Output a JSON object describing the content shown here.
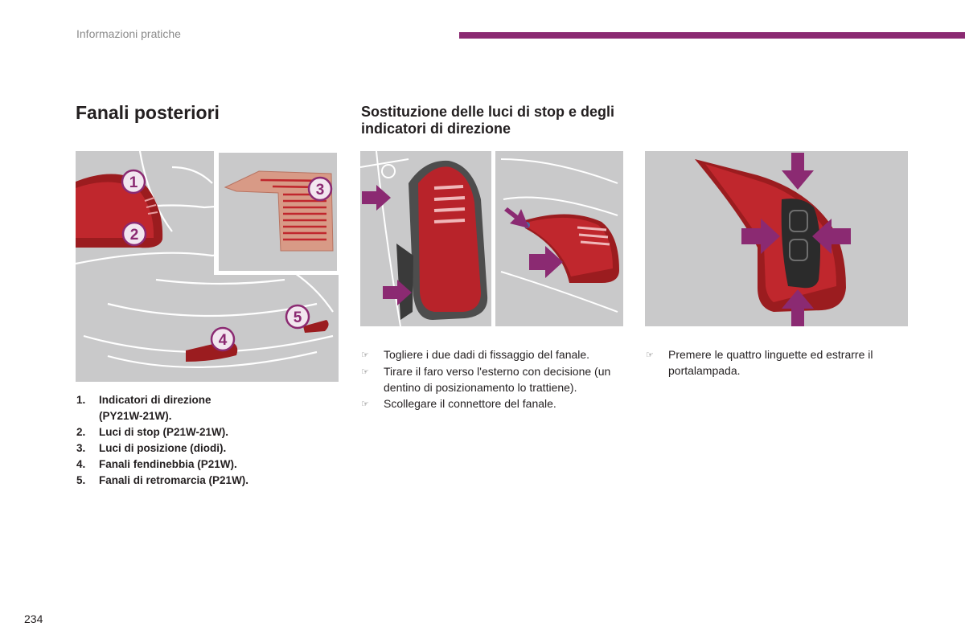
{
  "header": {
    "section": "Informazioni pratiche",
    "accent_color": "#8b2a72"
  },
  "left": {
    "title": "Fanali posteriori",
    "callouts": [
      "1",
      "2",
      "3",
      "4",
      "5"
    ],
    "legend": [
      {
        "num": "1.",
        "text": "Indicatori di direzione (PY21W-21W)."
      },
      {
        "num": "2.",
        "text": "Luci di stop (P21W-21W)."
      },
      {
        "num": "3.",
        "text": "Luci di posizione (diodi)."
      },
      {
        "num": "4.",
        "text": "Fanali fendinebbia (P21W)."
      },
      {
        "num": "5.",
        "text": "Fanali di retromarcia (P21W)."
      }
    ]
  },
  "right": {
    "title": "Sostituzione delle luci di stop e degli indicatori di direzione",
    "steps_a": [
      "Togliere i due dadi di fissaggio del fanale.",
      "Tirare il faro verso l'esterno con decisione (un dentino di posizionamento lo trattiene).",
      "Scollegare il connettore del fanale."
    ],
    "steps_b": [
      "Premere le quattro linguette ed estrarre il portalampada."
    ],
    "bullet_glyph": "☞"
  },
  "footer": {
    "page_number": "234"
  }
}
